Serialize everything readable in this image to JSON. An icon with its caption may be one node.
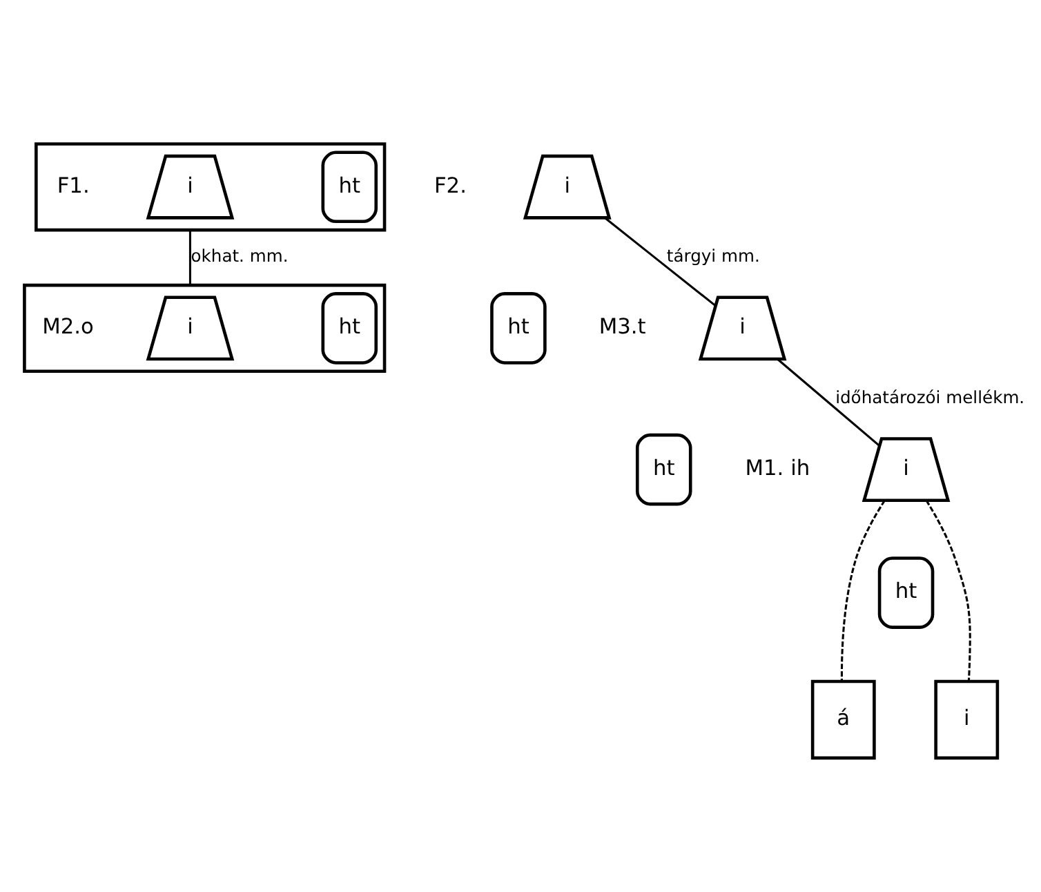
{
  "diagram": {
    "nodes": [
      {
        "text": [],
        "shape": "bracket"
      },
      {
        "text": [
          "i"
        ],
        "beside": [
          "F1."
        ],
        "in": 0
      },
      {
        "text": [
          "ht"
        ],
        "in": 0
      },
      {
        "text": [],
        "shape": "bracket"
      },
      {
        "text": [
          "i"
        ],
        "beside": [
          "M2.o"
        ],
        "in": 3
      },
      {
        "text": [
          "ht"
        ],
        "in": 3
      },
      {
        "text": [
          "i"
        ],
        "beside": [
          "F2."
        ]
      },
      {
        "text": [
          "ht"
        ]
      },
      {
        "text": [
          "i"
        ],
        "beside": [
          "M3.t"
        ]
      },
      {
        "text": [
          "ht"
        ]
      },
      {
        "text": [
          "i"
        ],
        "beside": [
          "M1. ih"
        ]
      },
      {
        "text": [
          "ht"
        ]
      },
      {
        "text": [
          "á"
        ]
      },
      {
        "text": [
          "i"
        ]
      }
    ],
    "edges": [
      {
        "from": 0,
        "to": 3,
        "arrow": "none",
        "label": "okhat. mm."
      },
      {
        "from": 6,
        "to": 8,
        "arrow": "none",
        "label": "tárgyi mm."
      },
      {
        "from": 8,
        "to": 10,
        "arrow": "none",
        "label": "időhatározói mellékm."
      },
      {
        "from": 10,
        "to": 12,
        "arrow": "none",
        "style": "dashed"
      },
      {
        "from": 10,
        "to": 13,
        "arrow": "none",
        "style": "dashed"
      }
    ]
  }
}
